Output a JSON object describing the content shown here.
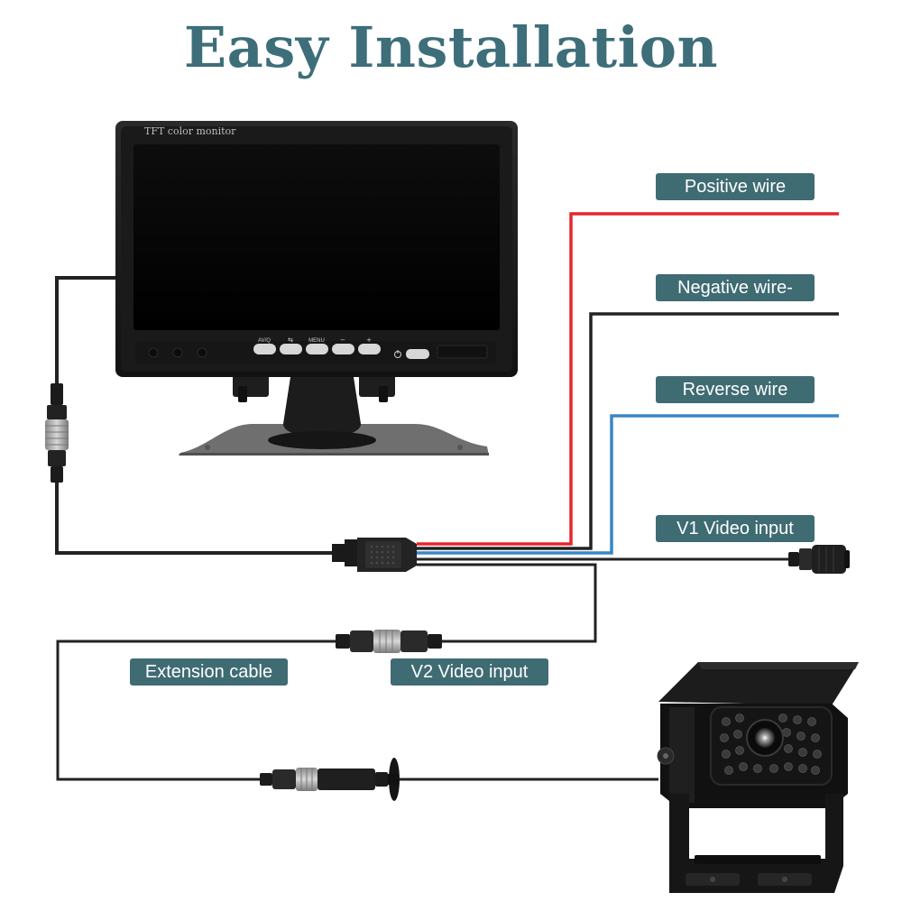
{
  "title": "Easy Installation",
  "colors": {
    "title": "#3d6e7a",
    "label_bg": "#3f6b73",
    "positive_wire": "#e5262f",
    "negative_wire": "#222222",
    "reverse_wire": "#3a86c6",
    "video_cable": "#222222"
  },
  "monitor": {
    "brand_text": "TFT color monitor",
    "buttons": [
      "AV/Q",
      "⇆",
      "MENU",
      "−",
      "+"
    ],
    "power_icon": "power-icon"
  },
  "labels": {
    "positive": "Positive wire",
    "negative": "Negative wire-",
    "reverse": "Reverse wire",
    "v1": "V1 Video input",
    "extension": "Extension cable",
    "v2": "V2 Video input"
  }
}
